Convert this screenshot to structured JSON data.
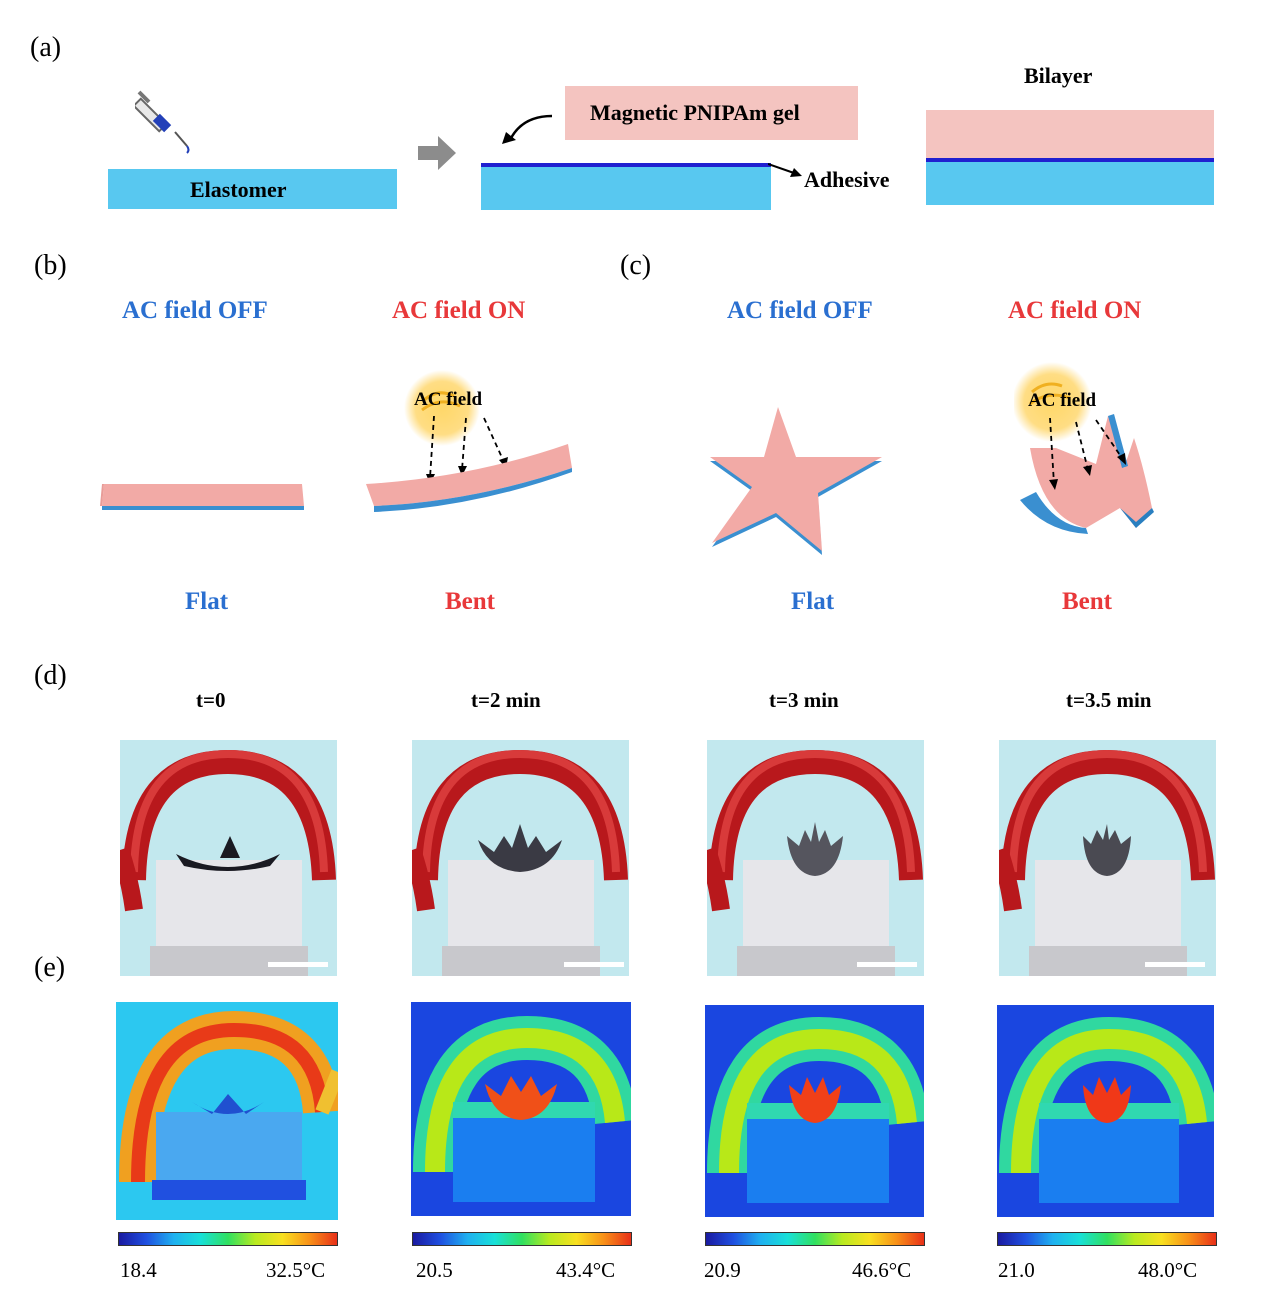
{
  "panels": {
    "a": "(a)",
    "b": "(b)",
    "c": "(c)",
    "d": "(d)",
    "e": "(e)"
  },
  "panel_a": {
    "elastomer": "Elastomer",
    "gel": "Magnetic PNIPAm gel",
    "adhesive": "Adhesive",
    "bilayer": "Bilayer"
  },
  "panel_b": {
    "off_label": "AC field OFF",
    "on_label": "AC field ON",
    "field_label": "AC field",
    "flat": "Flat",
    "bent": "Bent"
  },
  "panel_c": {
    "off_label": "AC field OFF",
    "on_label": "AC field ON",
    "field_label": "AC field",
    "flat": "Flat",
    "bent": "Bent"
  },
  "panel_d": {
    "times": [
      "t=0",
      "t=2 min",
      "t=3 min",
      "t=3.5 min"
    ]
  },
  "panel_e": {
    "scales": [
      {
        "min": "18.4",
        "max": "32.5°C"
      },
      {
        "min": "20.5",
        "max": "43.4°C"
      },
      {
        "min": "20.9",
        "max": "46.6°C"
      },
      {
        "min": "21.0",
        "max": "48.0°C"
      }
    ]
  },
  "colors": {
    "elastomer": "#58c8f0",
    "gel": "#f4c4c0",
    "adhesive": "#2020d0",
    "off_text": "#2a6fd0",
    "on_text": "#e8383a",
    "sheet_top": "#f2aaa6",
    "sheet_edge": "#3a8fd0"
  }
}
